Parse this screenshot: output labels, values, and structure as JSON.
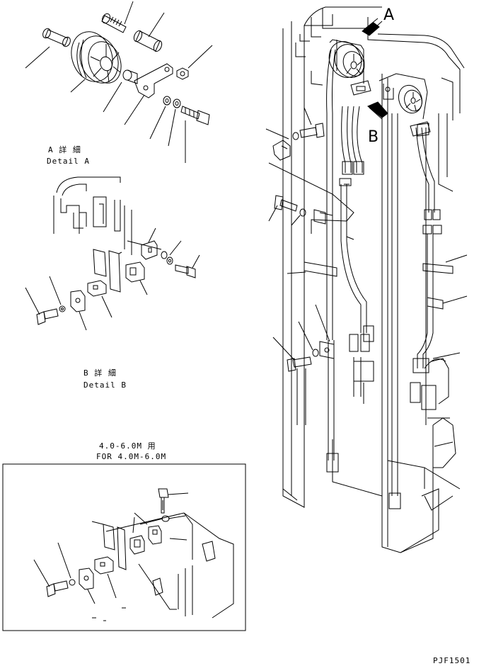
{
  "callouts": {
    "a": "A",
    "b": "B"
  },
  "detail_a": {
    "jp": "A 詳 細",
    "en": "Detail A"
  },
  "detail_b": {
    "jp": "B 詳 細",
    "en": "Detail B"
  },
  "variant": {
    "jp": "4.0-6.0M 用",
    "en": "FOR 4.0M-6.0M"
  },
  "drawing_code": "PJF1501",
  "colors": {
    "line": "#000000",
    "background": "#ffffff"
  }
}
